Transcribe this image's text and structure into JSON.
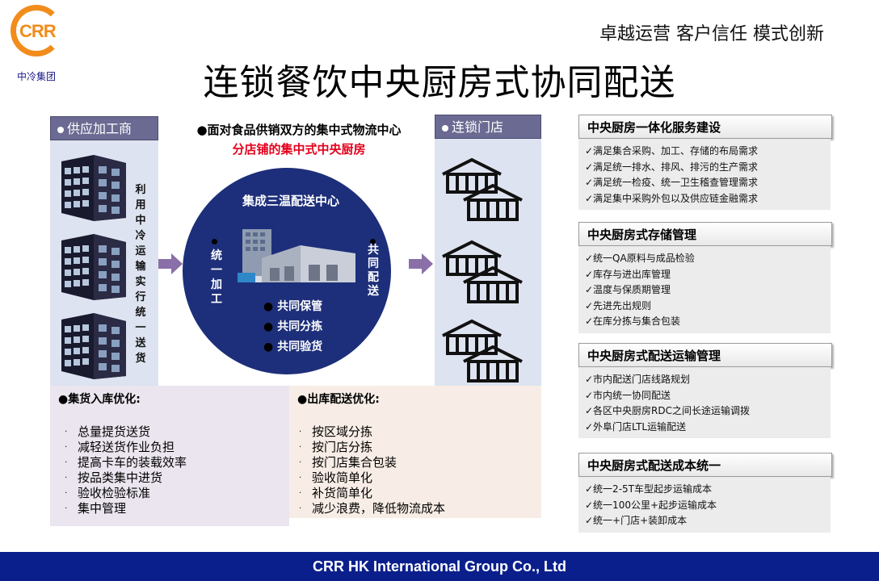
{
  "header": {
    "logo_text": "CRR",
    "logo_caption": "中冷集团",
    "slogan": "卓越运营 客户信任 模式创新",
    "title": "连锁餐饮中央厨房式协同配送"
  },
  "left_column": {
    "header": "供应加工商",
    "vertical_text": "利用中冷运输实行统一送货"
  },
  "center": {
    "line1": "●面对食品供销双方的集中式物流中心",
    "line2": "分店铺的集中式中央厨房",
    "circle_title": "集成三温配送中心",
    "left_label": "统一加工",
    "right_label": "共同配送",
    "services": [
      "共同保管",
      "共同分拣",
      "共同验货"
    ]
  },
  "right_column": {
    "header": "连锁门店"
  },
  "inbound": {
    "title": "集货入库优化:",
    "items": [
      "总量提货送货",
      "减轻送货作业负担",
      "提高卡车的装载效率",
      "按品类集中进货",
      "验收检验标准",
      "集中管理"
    ]
  },
  "outbound": {
    "title": "出库配送优化:",
    "items": [
      "按区域分拣",
      "按门店分拣",
      "按门店集合包装",
      "验收简单化",
      "补货简单化",
      "减少浪费，降低物流成本"
    ]
  },
  "sections": [
    {
      "title": "中央厨房一体化服务建设",
      "items": [
        "✓满足集合采购、加工、存储的布局需求",
        "✓满足统一排水、排风、排污的生产需求",
        "✓满足统一检疫、统一卫生稽查管理需求",
        "✓满足集中采购外包以及供应链金融需求"
      ]
    },
    {
      "title": "中央厨房式存储管理",
      "items": [
        "✓统一QA原料与成品检验",
        "✓库存与进出库管理",
        "✓温度与保质期管理",
        "✓先进先出规则",
        "✓在库分拣与集合包装"
      ]
    },
    {
      "title": "中央厨房式配送运输管理",
      "items": [
        "✓市内配送门店线路规划",
        "✓市内统一协同配送",
        "✓各区中央厨房RDC之间长途运输调拨",
        "✓外阜门店LTL运输配送"
      ]
    },
    {
      "title": "中央厨房式配送成本统一",
      "items": [
        "✓统一2-5T车型起步运输成本",
        "✓统一100公里+起步运输成本",
        "✓统一+门店+装卸成本"
      ]
    }
  ],
  "footer": "CRR HK International Group Co., Ltd",
  "colors": {
    "accent_orange": "#f28c1c",
    "header_purple": "#6b6a92",
    "circle_navy": "#1d2f7a",
    "footer_blue": "#0b1f8c",
    "red_text": "#e3001b"
  }
}
